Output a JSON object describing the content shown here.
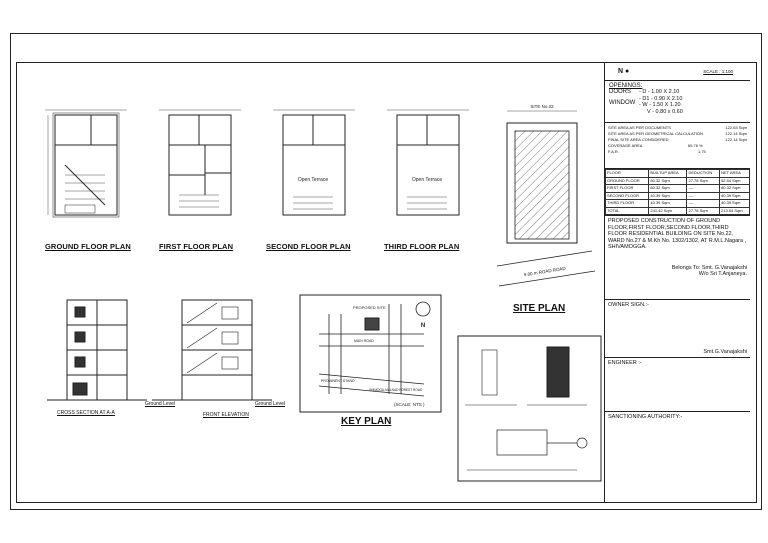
{
  "plans": {
    "ground": "GROUND FLOOR PLAN",
    "first": "FIRST FLOOR PLAN",
    "second": "SECOND FLOOR PLAN",
    "third": "THIRD FLOOR PLAN",
    "site": "SITE PLAN",
    "section": "CROSS SECTION AT A-A",
    "elevation": "FRONT ELEVATION",
    "key": "KEY PLAN",
    "site_no": "SITE No.22",
    "open_terrace": "Open Terrace",
    "road": "9.00 m ROAD ROAD",
    "ground_level": "Ground Level",
    "scale_nts": "(SCALE: NTS )",
    "north": "N"
  },
  "key_plan": {
    "proposed_site": "PROPOSED SITE",
    "road_1": "MAIN ROAD",
    "road_2": "SHIMOGA-MALNAD FOREST ROAD",
    "junction": "PROMINENT STAND"
  },
  "title_block": {
    "north": "N",
    "scale": "SCALE : 1:100",
    "openings_title": "OPENINGS:",
    "doors_label": "DOORS",
    "window_label": "WINDOW",
    "openings": [
      "- D   - 1.00 X 2.10",
      "- D1 - 0.90 X 2.10",
      "- W   - 1.50 X 1.20",
      "V   - 0.80 x 0.60"
    ],
    "site_area_docs_label": "SITE AREA AS PER DOCUMENTS",
    "site_area_docs": "122.63 Sqm",
    "site_area_geo_label": "SITE AREA AS PER GEOMETRICAL CALCULATION",
    "site_area_geo": "122.14 Sqm",
    "final_area_label": "FINAL SITE AREA CONSIDERED",
    "final_area": "122.14 Sqm",
    "coverage_label": "COVERAGE AREA",
    "coverage": "65.76 %",
    "far_label": "F.A.R.",
    "far": "1.75",
    "table_headers": [
      "FLOOR",
      "BUILTUP AREA",
      "DEDUCTION",
      "NET AREA"
    ],
    "table_rows": [
      [
        "GROUND FLOOR",
        "80.32 Sqm",
        "27.78 Sqm",
        "52.54 Sqm"
      ],
      [
        "FIRST FLOOR",
        "80.32 Sqm",
        "----",
        "80.32 Sqm"
      ],
      [
        "SECOND FLOOR",
        "40.39 Sqm",
        "----",
        "40.39 Sqm"
      ],
      [
        "THIRD FLOOR",
        "40.39 Sqm",
        "----",
        "40.39 Sqm"
      ],
      [
        "TOTAL",
        "241.42 Sqm",
        "27.78 Sqm",
        "213.64 Sqm"
      ]
    ],
    "proposal": "PROPOSED CONSTRUCTION OF GROUND FLOOR,FIRST FLOOR,SECOND FLOOR,THIRD FLOOR RESIDENTIAL BUILDING ON SITE No.22, WARD No.27 & M.Kh No. 1302/1302, AT R.M.L.Nagara , SHIVAMOGGA.",
    "belongs_to": "Belongs To: Smt. G.Vanajakshi",
    "wife_of": "W/o Sri T.Anjaneya.",
    "owner_sign": "OWNER SIGN.:-",
    "owner_name": "Smt.G.Vanajakshi",
    "engineer": "ENGINEER :-",
    "sanctioning": "SANCTIONING AUTHORITY:-"
  }
}
